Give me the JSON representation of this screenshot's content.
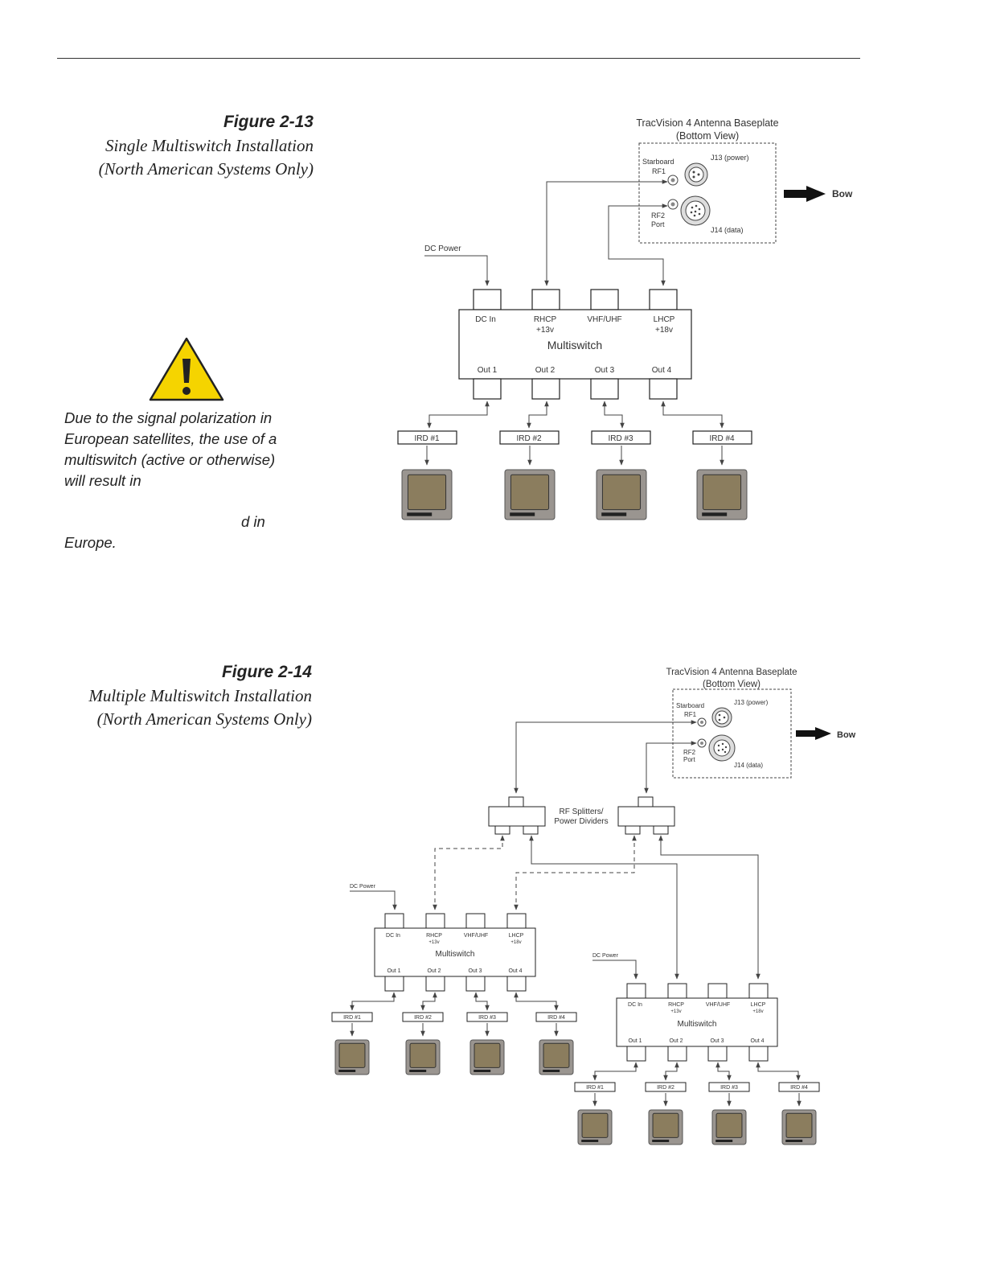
{
  "figure_13": {
    "number": "Figure 2-13",
    "title_lines": [
      "Single Multiswitch Installation",
      "(North American Systems Only)"
    ],
    "baseplate_title": "TracVision 4 Antenna Baseplate",
    "baseplate_subtitle": "(Bottom View)",
    "starboard": "Starboard",
    "rf1": "RF1",
    "rf2": "RF2",
    "port": "Port",
    "j13": "J13 (power)",
    "j14": "J14 (data)",
    "bow": "Bow",
    "dc_power": "DC Power",
    "multiswitch": {
      "name": "Multiswitch",
      "inputs": [
        "DC In",
        "RHCP",
        "VHF/UHF",
        "LHCP"
      ],
      "input_voltages": [
        "",
        "+13v",
        "",
        "+18v"
      ],
      "outputs": [
        "Out 1",
        "Out 2",
        "Out 3",
        "Out 4"
      ]
    },
    "irds": [
      "IRD #1",
      "IRD #2",
      "IRD #3",
      "IRD #4"
    ]
  },
  "warning": {
    "icon": "warning-triangle-icon",
    "lines": [
      "Due to the signal polarization in",
      "European satellites, the use of a",
      "multiswitch (active or otherwise)",
      "will result in"
    ],
    "fragment": "d in",
    "last_line": "Europe."
  },
  "figure_14": {
    "number": "Figure 2-14",
    "title_lines": [
      "Multiple Multiswitch Installation",
      "(North American Systems Only)"
    ],
    "baseplate_title": "TracVision 4 Antenna Baseplate",
    "baseplate_subtitle": "(Bottom View)",
    "starboard": "Starboard",
    "rf1": "RF1",
    "rf2": "RF2",
    "port": "Port",
    "j13": "J13 (power)",
    "j14": "J14 (data)",
    "bow": "Bow",
    "splitters_label_1": "RF Splitters/",
    "splitters_label_2": "Power Dividers",
    "multiswitch_a": {
      "dc_power": "DC Power",
      "name": "Multiswitch",
      "inputs": [
        "DC In",
        "RHCP",
        "VHF/UHF",
        "LHCP"
      ],
      "input_voltages": [
        "",
        "+13v",
        "",
        "+18v"
      ],
      "outputs": [
        "Out 1",
        "Out 2",
        "Out 3",
        "Out 4"
      ],
      "irds": [
        "IRD #1",
        "IRD #2",
        "IRD #3",
        "IRD #4"
      ]
    },
    "multiswitch_b": {
      "dc_power": "DC Power",
      "name": "Multiswitch",
      "inputs": [
        "DC In",
        "RHCP",
        "VHF/UHF",
        "LHCP"
      ],
      "input_voltages": [
        "",
        "+13v",
        "",
        "+18v"
      ],
      "outputs": [
        "Out 1",
        "Out 2",
        "Out 3",
        "Out 4"
      ],
      "irds": [
        "IRD #1",
        "IRD #2",
        "IRD #3",
        "IRD #4"
      ]
    }
  },
  "colors": {
    "line": "#444444",
    "tv_screen": "#8b7d5e",
    "tv_body": "#9a9590",
    "warning_fill": "#f5d400"
  }
}
